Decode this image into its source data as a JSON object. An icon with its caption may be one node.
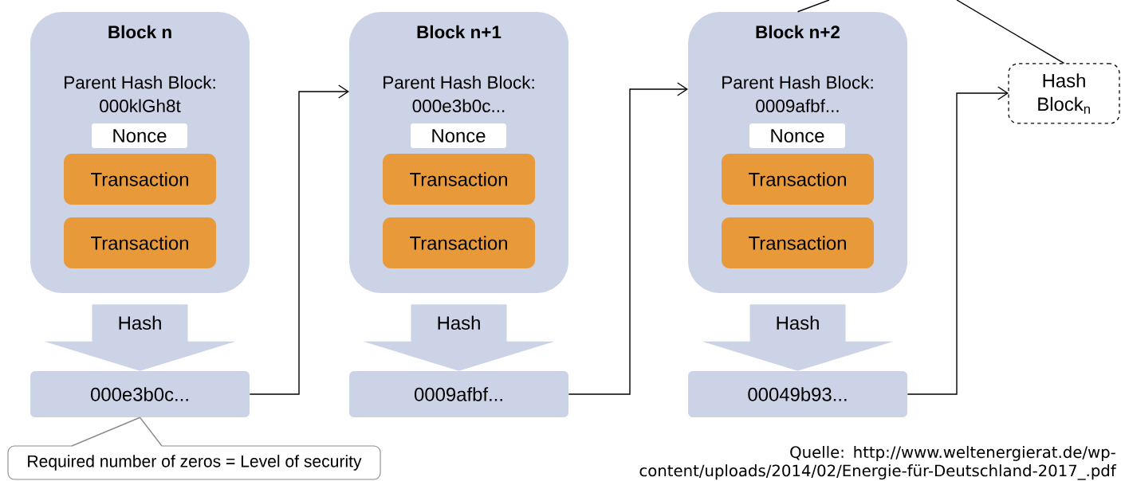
{
  "diagram": {
    "nodes": [
      {
        "text": [
          "Block n",
          "Parent Hash Block: 000klGh8t"
        ]
      },
      {
        "text": [
          "Nonce"
        ],
        "in": 0
      },
      {
        "text": [
          "Transaction"
        ],
        "in": 0
      },
      {
        "text": [
          "Transaction"
        ],
        "in": 0
      },
      {
        "text": [
          "000e3b0c..."
        ]
      },
      {
        "text": [
          "Block n+1",
          "Parent Hash Block: 000e3b0c..."
        ]
      },
      {
        "text": [
          "Nonce"
        ],
        "in": 5
      },
      {
        "text": [
          "Transaction"
        ],
        "in": 5
      },
      {
        "text": [
          "Transaction"
        ],
        "in": 5
      },
      {
        "text": [
          "0009afbf..."
        ]
      },
      {
        "text": [
          "Block n+2",
          "Parent Hash Block: 0009afbf..."
        ]
      },
      {
        "text": [
          "Nonce"
        ],
        "in": 10
      },
      {
        "text": [
          "Transaction"
        ],
        "in": 10
      },
      {
        "text": [
          "Transaction"
        ],
        "in": 10
      },
      {
        "text": [
          "00049b93..."
        ]
      },
      {
        "text": [
          "Hash Block$_{n}$"
        ]
      },
      {
        "text": [
          "Required number of zeros = Level of security"
        ]
      }
    ],
    "edges": [
      {
        "from": 0,
        "to": 4,
        "arrow": "to",
        "label": "Hash",
        "style": "thick",
        "color": "#ccd3e6"
      },
      {
        "from": 5,
        "to": 9,
        "arrow": "to",
        "label": "Hash",
        "style": "thick",
        "color": "#ccd3e6"
      },
      {
        "from": 10,
        "to": 14,
        "arrow": "to",
        "label": "Hash",
        "style": "thick",
        "color": "#ccd3e6"
      },
      {
        "from": 4,
        "to": 5,
        "arrow": "to"
      },
      {
        "from": 9,
        "to": 10,
        "arrow": "to"
      },
      {
        "from": 14,
        "to": 15,
        "arrow": "to"
      },
      {
        "from": 16,
        "to": 4,
        "arrow": "none",
        "color": "#8c8c8c"
      },
      {
        "from": null,
        "to": 10,
        "arrow": "none"
      },
      {
        "from": null,
        "to": 15,
        "arrow": "none"
      }
    ],
    "labels": [
      "Quelle: http://www.weltenergierat.de/wp-content/uploads/2014/02/Energie-für-Deutschland-2017_.pdf"
    ]
  }
}
